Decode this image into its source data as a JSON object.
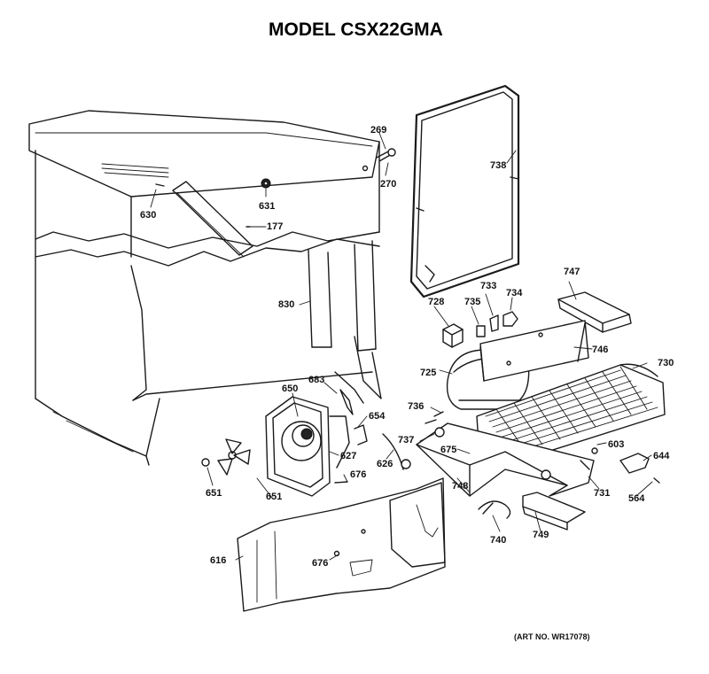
{
  "title": "MODEL CSX22GMA",
  "art_number": "(ART NO. WR17078)",
  "part_labels": {
    "p269": "269",
    "p270": "270",
    "p738": "738",
    "p631": "631",
    "p630": "630",
    "p177": "177",
    "p830": "830",
    "p747": "747",
    "p728": "728",
    "p735": "735",
    "p733": "733",
    "p734": "734",
    "p746": "746",
    "p730": "730",
    "p725": "725",
    "p683": "683",
    "p650": "650",
    "p654": "654",
    "p736": "736",
    "p737": "737",
    "p675": "675",
    "p603": "603",
    "p644": "644",
    "p627": "627",
    "p626": "626",
    "p651a": "651",
    "p651b": "651",
    "p676a": "676",
    "p748": "748",
    "p731": "731",
    "p564": "564",
    "p740": "740",
    "p749": "749",
    "p616": "616",
    "p676b": "676"
  }
}
